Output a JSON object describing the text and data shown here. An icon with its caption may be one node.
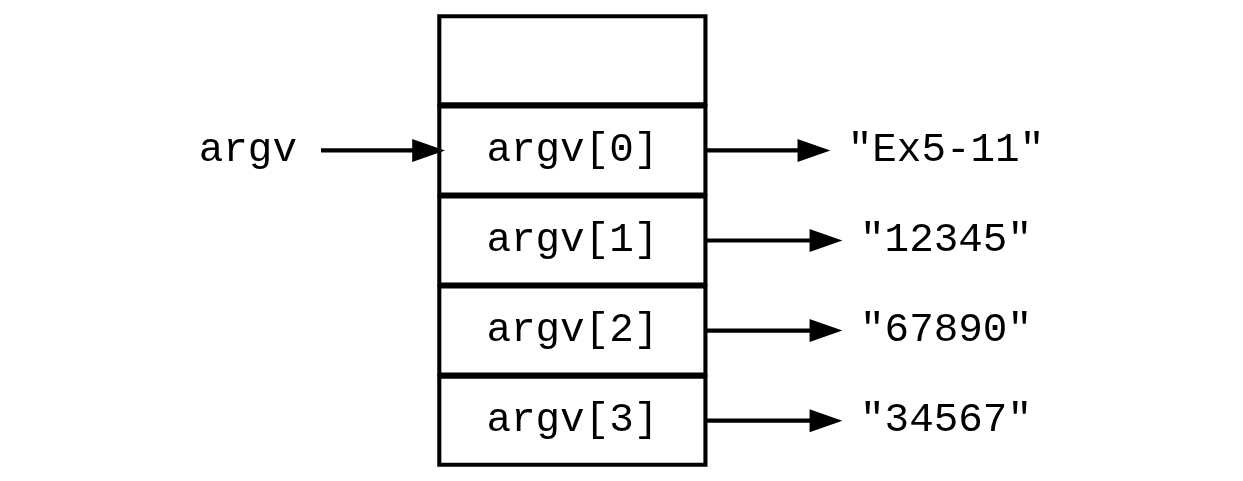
{
  "diagram": {
    "nodes": [
      {
        "text": [
          "argv"
        ]
      },
      {
        "text": [
          "argv[0]"
        ]
      },
      {
        "text": [
          "argv[1]"
        ]
      },
      {
        "text": [
          "argv[2]"
        ]
      },
      {
        "text": [
          "argv[3]"
        ]
      },
      {
        "text": [],
        "shape": "box"
      },
      {
        "text": [
          "\"Ex5-11\""
        ]
      },
      {
        "text": [
          "\"12345\""
        ]
      },
      {
        "text": [
          "\"67890\""
        ]
      },
      {
        "text": [
          "\"34567\""
        ]
      }
    ],
    "edges": [
      {
        "from": 0,
        "to": 1,
        "arrow": "to"
      },
      {
        "from": 1,
        "to": 6,
        "arrow": "to"
      },
      {
        "from": 2,
        "to": 7,
        "arrow": "to"
      },
      {
        "from": 3,
        "to": 8,
        "arrow": "to"
      },
      {
        "from": 4,
        "to": 9,
        "arrow": "to"
      }
    ]
  }
}
